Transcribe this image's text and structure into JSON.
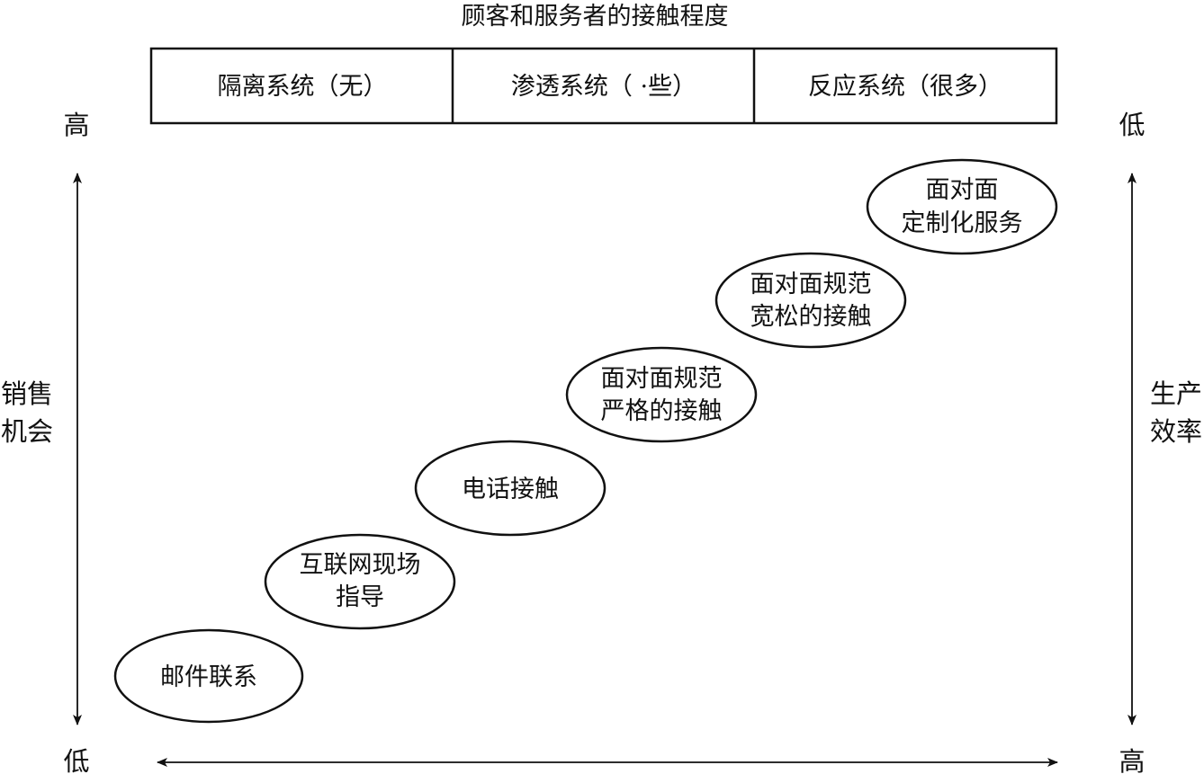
{
  "title": "顾客和服务者的接触程度",
  "header_cells": [
    "隔离系统（无）",
    "渗透系统（ ·些）",
    "反应系统（很多）"
  ],
  "left_axis": {
    "top_label": "高",
    "bottom_label": "低",
    "label_lines": [
      "销售",
      "机会"
    ]
  },
  "right_axis": {
    "top_label": "低",
    "bottom_label": "高",
    "label_lines": [
      "生产",
      "效率"
    ]
  },
  "nodes": [
    {
      "lines": [
        "邮件联系"
      ]
    },
    {
      "lines": [
        "互联网现场",
        "指导"
      ]
    },
    {
      "lines": [
        "电话接触"
      ]
    },
    {
      "lines": [
        "面对面规范",
        "严格的接触"
      ]
    },
    {
      "lines": [
        "面对面规范",
        "宽松的接触"
      ]
    },
    {
      "lines": [
        "面对面",
        "定制化服务"
      ]
    }
  ]
}
